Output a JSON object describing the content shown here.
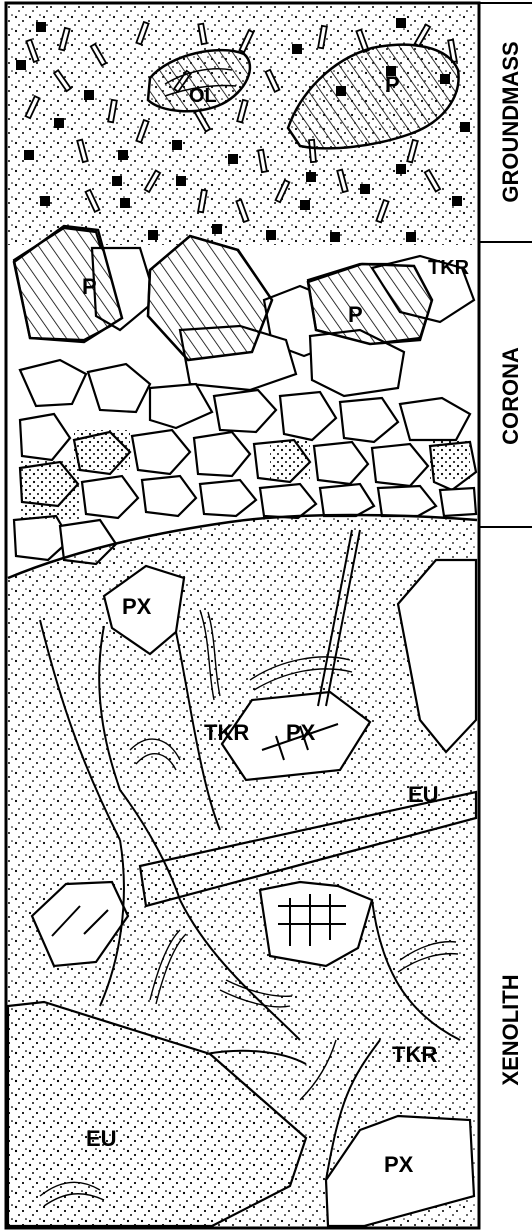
{
  "zones": {
    "groundmass": "GROUNDMASS",
    "corona": "CORONA",
    "xenolith": "XENOLITH"
  },
  "mineral_labels": {
    "ol": "OL",
    "p": "P",
    "tkr": "TKR",
    "px": "PX",
    "eu": "EU"
  },
  "colors": {
    "ink": "#000000",
    "paper": "#ffffff"
  }
}
